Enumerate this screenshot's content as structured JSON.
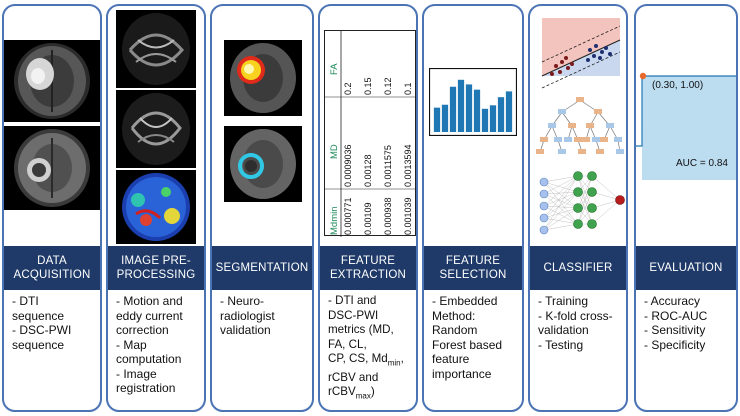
{
  "columns": [
    {
      "key": "data-acquisition",
      "title_lines": [
        "DATA",
        "ACQUISITION"
      ],
      "items": [
        [
          "- DTI",
          "sequence"
        ],
        [
          "- DSC-PWI",
          "sequence"
        ]
      ]
    },
    {
      "key": "image-preprocessing",
      "title_lines": [
        "IMAGE PRE-",
        "PROCESSING"
      ],
      "items": [
        [
          "- Motion and",
          "eddy current",
          "correction"
        ],
        [
          "- Map",
          "computation"
        ],
        [
          "- Image",
          "registration"
        ]
      ]
    },
    {
      "key": "segmentation",
      "title_lines": [
        "SEGMENTATION"
      ],
      "items": [
        [
          "- Neuro-",
          "radiologist",
          "validation"
        ]
      ]
    },
    {
      "key": "feature-extraction",
      "title_lines": [
        "FEATURE",
        "EXTRACTION"
      ],
      "items": [
        [
          "- DTI and",
          "DSC-PWI",
          "metrics (MD,",
          "FA, CL,",
          "CP, CS, Md_min,",
          "rCBV and",
          "rCBV_max)"
        ]
      ]
    },
    {
      "key": "feature-selection",
      "title_lines": [
        "FEATURE",
        "SELECTION"
      ],
      "items": [
        [
          "- Embedded",
          "Method:",
          "Random",
          "Forest based",
          "feature",
          "importance"
        ]
      ]
    },
    {
      "key": "classifier",
      "title_lines": [
        "CLASSIFIER"
      ],
      "items": [
        [
          "- Training"
        ],
        [
          "- K-fold cross-",
          "validation"
        ],
        [
          "- Testing"
        ]
      ]
    },
    {
      "key": "evaluation",
      "title_lines": [
        "EVALUATION"
      ],
      "items": [
        [
          "- Accuracy"
        ],
        [
          "- ROC-AUC"
        ],
        [
          "- Sensitivity"
        ],
        [
          "- Specificity"
        ]
      ]
    }
  ],
  "feature_table": {
    "headers": [
      "Mdmin",
      "MD",
      "FA"
    ],
    "rows": [
      [
        "0.000771",
        "0.0009036",
        "0.2"
      ],
      [
        "0.00109",
        "0.00128",
        "0.15"
      ],
      [
        "0.000938",
        "0.0011575",
        "0.12"
      ],
      [
        "0.001039",
        "0.0013594",
        "0.1"
      ]
    ],
    "header_color": "#1e8a5a"
  },
  "importance_bars": [
    0.42,
    0.47,
    0.78,
    0.9,
    0.82,
    0.73,
    0.4,
    0.46,
    0.6,
    0.7
  ],
  "roc": {
    "point_label": "(0.30, 1.00)",
    "auc_label": "AUC = 0.84"
  },
  "colors": {
    "border": "#4a74b4",
    "band": "#1f3a68",
    "bar": "#1f77b4",
    "roc_fill": "#bcdcf0"
  }
}
